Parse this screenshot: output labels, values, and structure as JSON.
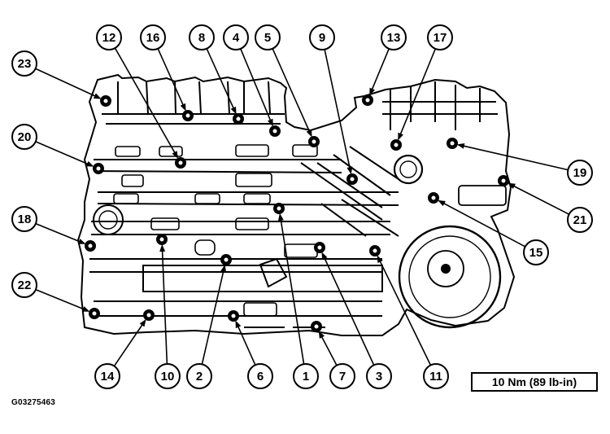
{
  "torque_spec": "10 Nm (89 lb-in)",
  "figure_id": "G03275463",
  "callouts": [
    "23",
    "12",
    "16",
    "8",
    "4",
    "5",
    "9",
    "13",
    "17",
    "20",
    "19",
    "18",
    "21",
    "15",
    "22",
    "14",
    "10",
    "2",
    "6",
    "1",
    "7",
    "3",
    "11"
  ]
}
